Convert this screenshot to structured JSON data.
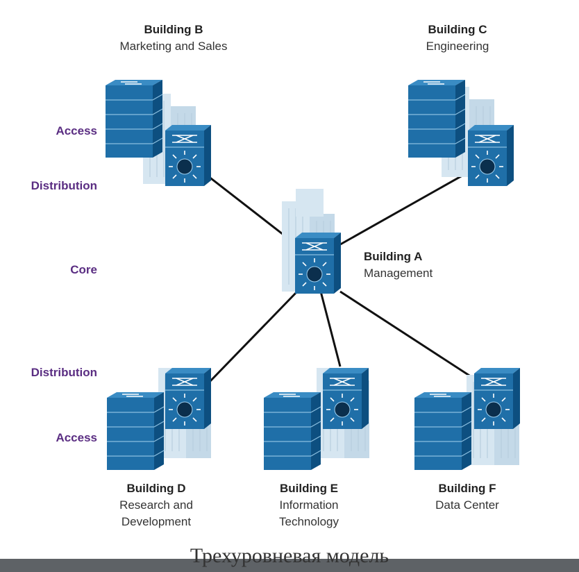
{
  "tiers": {
    "access_top": "Access",
    "distribution_top": "Distribution",
    "core": "Core",
    "distribution_bottom": "Distribution",
    "access_bottom": "Access"
  },
  "buildings": {
    "A": {
      "title": "Building A",
      "lines": [
        "Management"
      ]
    },
    "B": {
      "title": "Building B",
      "lines": [
        "Marketing and Sales"
      ]
    },
    "C": {
      "title": "Building C",
      "lines": [
        "Engineering"
      ]
    },
    "D": {
      "title": "Building D",
      "lines": [
        "Research and",
        "Development"
      ]
    },
    "E": {
      "title": "Building E",
      "lines": [
        "Information",
        "Technology"
      ]
    },
    "F": {
      "title": "Building F",
      "lines": [
        "Data Center"
      ]
    }
  },
  "caption": "Трехуровневая модель",
  "colors": {
    "device_blue": "#1f6fa8",
    "device_dark": "#0d4f80",
    "building_gray": "#cfe0ec",
    "link": "#111111",
    "tier_label": "#5a2d82",
    "caption_bar": "#5e6266"
  }
}
